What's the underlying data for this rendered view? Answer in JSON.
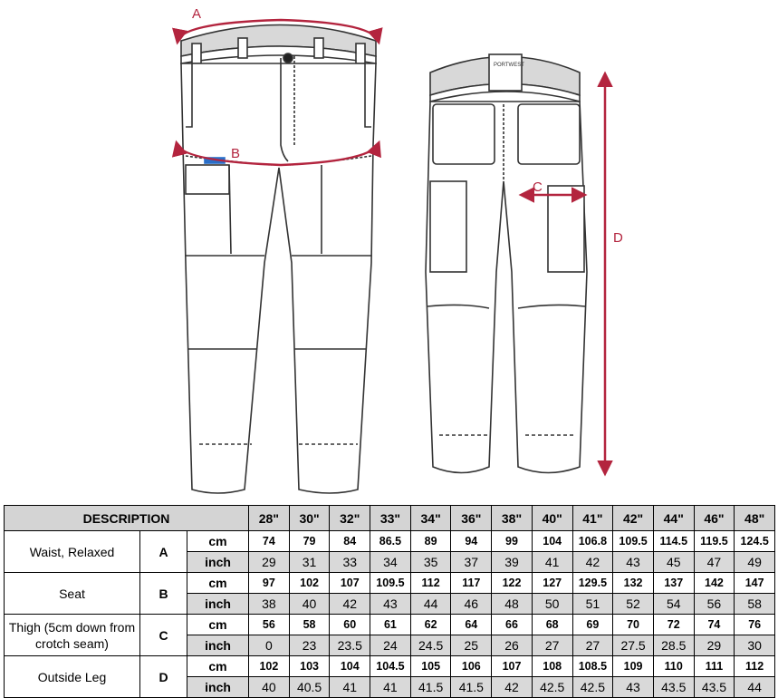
{
  "diagram": {
    "brand_label": "PORTWEST",
    "measure_labels": {
      "a": "A",
      "b": "B",
      "c": "C",
      "d": "D"
    },
    "colors": {
      "measure": "#b3243e",
      "outline": "#333333",
      "waistband": "#d8d8d8",
      "accent": "#2a6fc9"
    }
  },
  "table": {
    "description_header": "DESCRIPTION",
    "sizes": [
      "28\"",
      "30\"",
      "32\"",
      "33\"",
      "34\"",
      "36\"",
      "38\"",
      "40\"",
      "41\"",
      "42\"",
      "44\"",
      "46\"",
      "48\""
    ],
    "rows": [
      {
        "label": "Waist, Relaxed",
        "letter": "A",
        "cm_unit": "cm",
        "inch_unit": "inch",
        "cm": [
          "74",
          "79",
          "84",
          "86.5",
          "89",
          "94",
          "99",
          "104",
          "106.8",
          "109.5",
          "114.5",
          "119.5",
          "124.5"
        ],
        "inch": [
          "29",
          "31",
          "33",
          "34",
          "35",
          "37",
          "39",
          "41",
          "42",
          "43",
          "45",
          "47",
          "49"
        ]
      },
      {
        "label": "Seat",
        "letter": "B",
        "cm_unit": "cm",
        "inch_unit": "inch",
        "cm": [
          "97",
          "102",
          "107",
          "109.5",
          "112",
          "117",
          "122",
          "127",
          "129.5",
          "132",
          "137",
          "142",
          "147"
        ],
        "inch": [
          "38",
          "40",
          "42",
          "43",
          "44",
          "46",
          "48",
          "50",
          "51",
          "52",
          "54",
          "56",
          "58"
        ]
      },
      {
        "label": "Thigh (5cm down from crotch seam)",
        "letter": "C",
        "cm_unit": "cm",
        "inch_unit": "inch",
        "cm": [
          "56",
          "58",
          "60",
          "61",
          "62",
          "64",
          "66",
          "68",
          "69",
          "70",
          "72",
          "74",
          "76"
        ],
        "inch": [
          "0",
          "23",
          "23.5",
          "24",
          "24.5",
          "25",
          "26",
          "27",
          "27",
          "27.5",
          "28.5",
          "29",
          "30"
        ]
      },
      {
        "label": "Outside Leg",
        "letter": "D",
        "cm_unit": "cm",
        "inch_unit": "inch",
        "cm": [
          "102",
          "103",
          "104",
          "104.5",
          "105",
          "106",
          "107",
          "108",
          "108.5",
          "109",
          "110",
          "111",
          "112"
        ],
        "inch": [
          "40",
          "40.5",
          "41",
          "41",
          "41.5",
          "41.5",
          "42",
          "42.5",
          "42.5",
          "43",
          "43.5",
          "43.5",
          "44"
        ]
      }
    ]
  }
}
